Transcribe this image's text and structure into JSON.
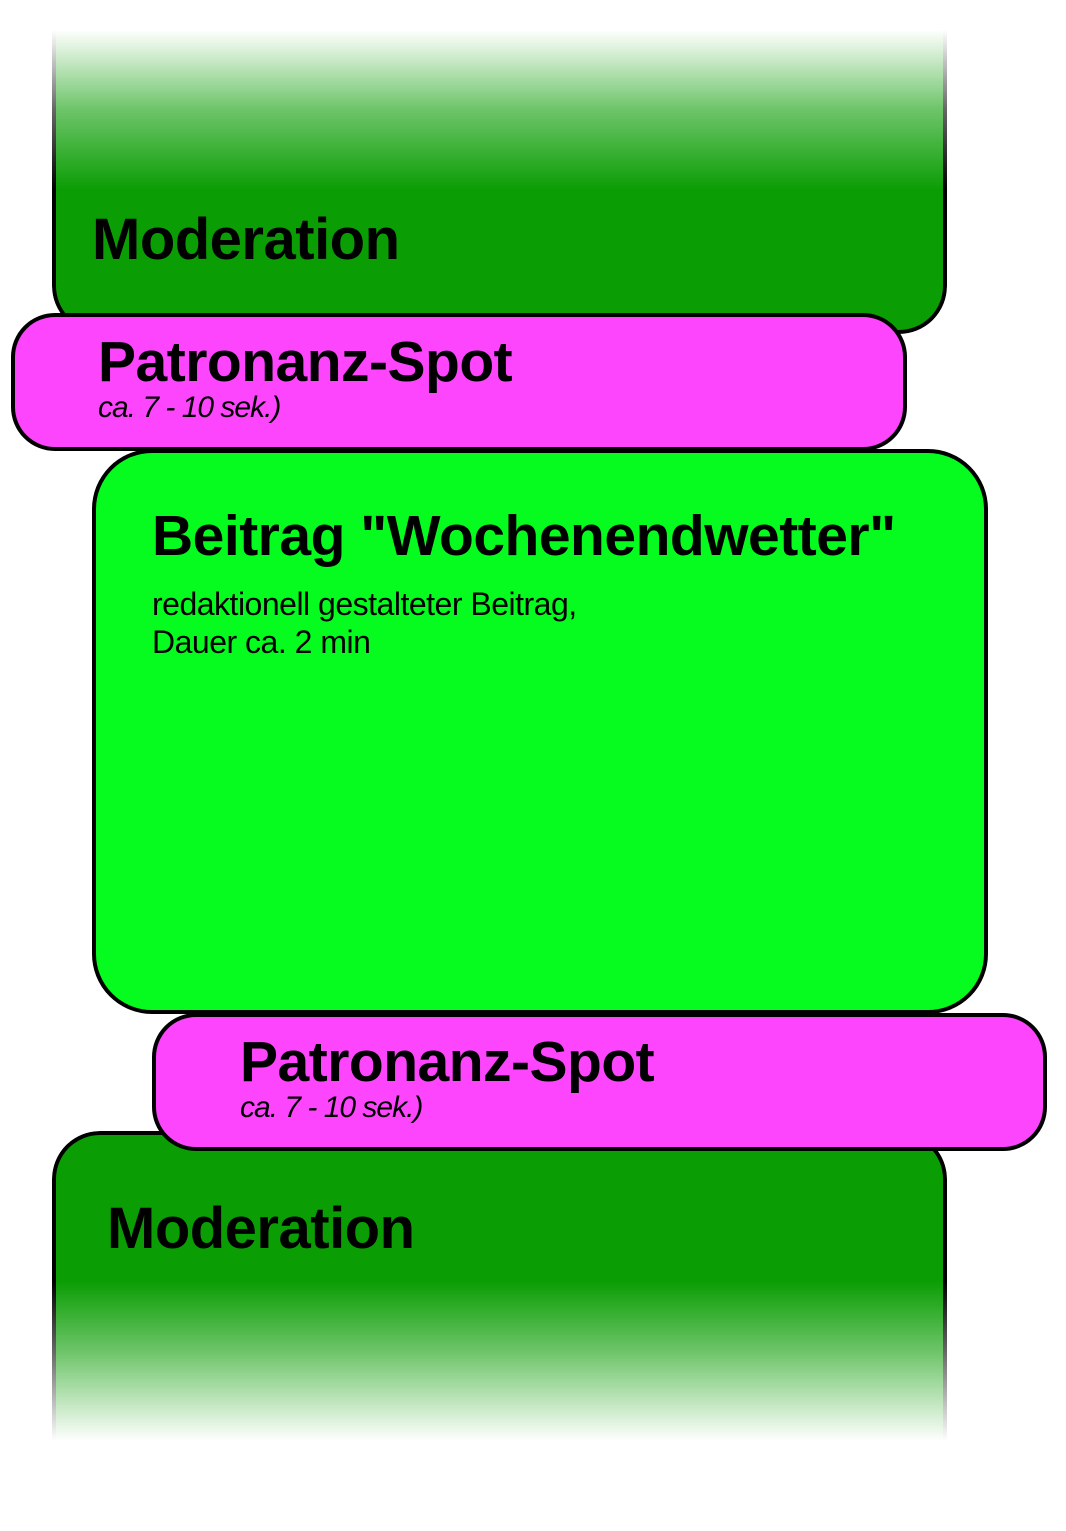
{
  "blocks": {
    "moderation_top": {
      "title": "Moderation"
    },
    "spot_top": {
      "title": "Patronanz-Spot",
      "subtitle": "ca. 7 - 10 sek.)"
    },
    "beitrag": {
      "title": "Beitrag \"Wochenendwetter\"",
      "line1": "redaktionell gestalteter Beitrag,",
      "line2": "Dauer ca. 2 min"
    },
    "spot_bottom": {
      "title": "Patronanz-Spot",
      "subtitle": "ca. 7 - 10 sek.)"
    },
    "moderation_bottom": {
      "title": "Moderation"
    }
  },
  "colors": {
    "moderation": "#0b9d04",
    "spot": "#fc45fc",
    "beitrag": "#05fc1e"
  }
}
